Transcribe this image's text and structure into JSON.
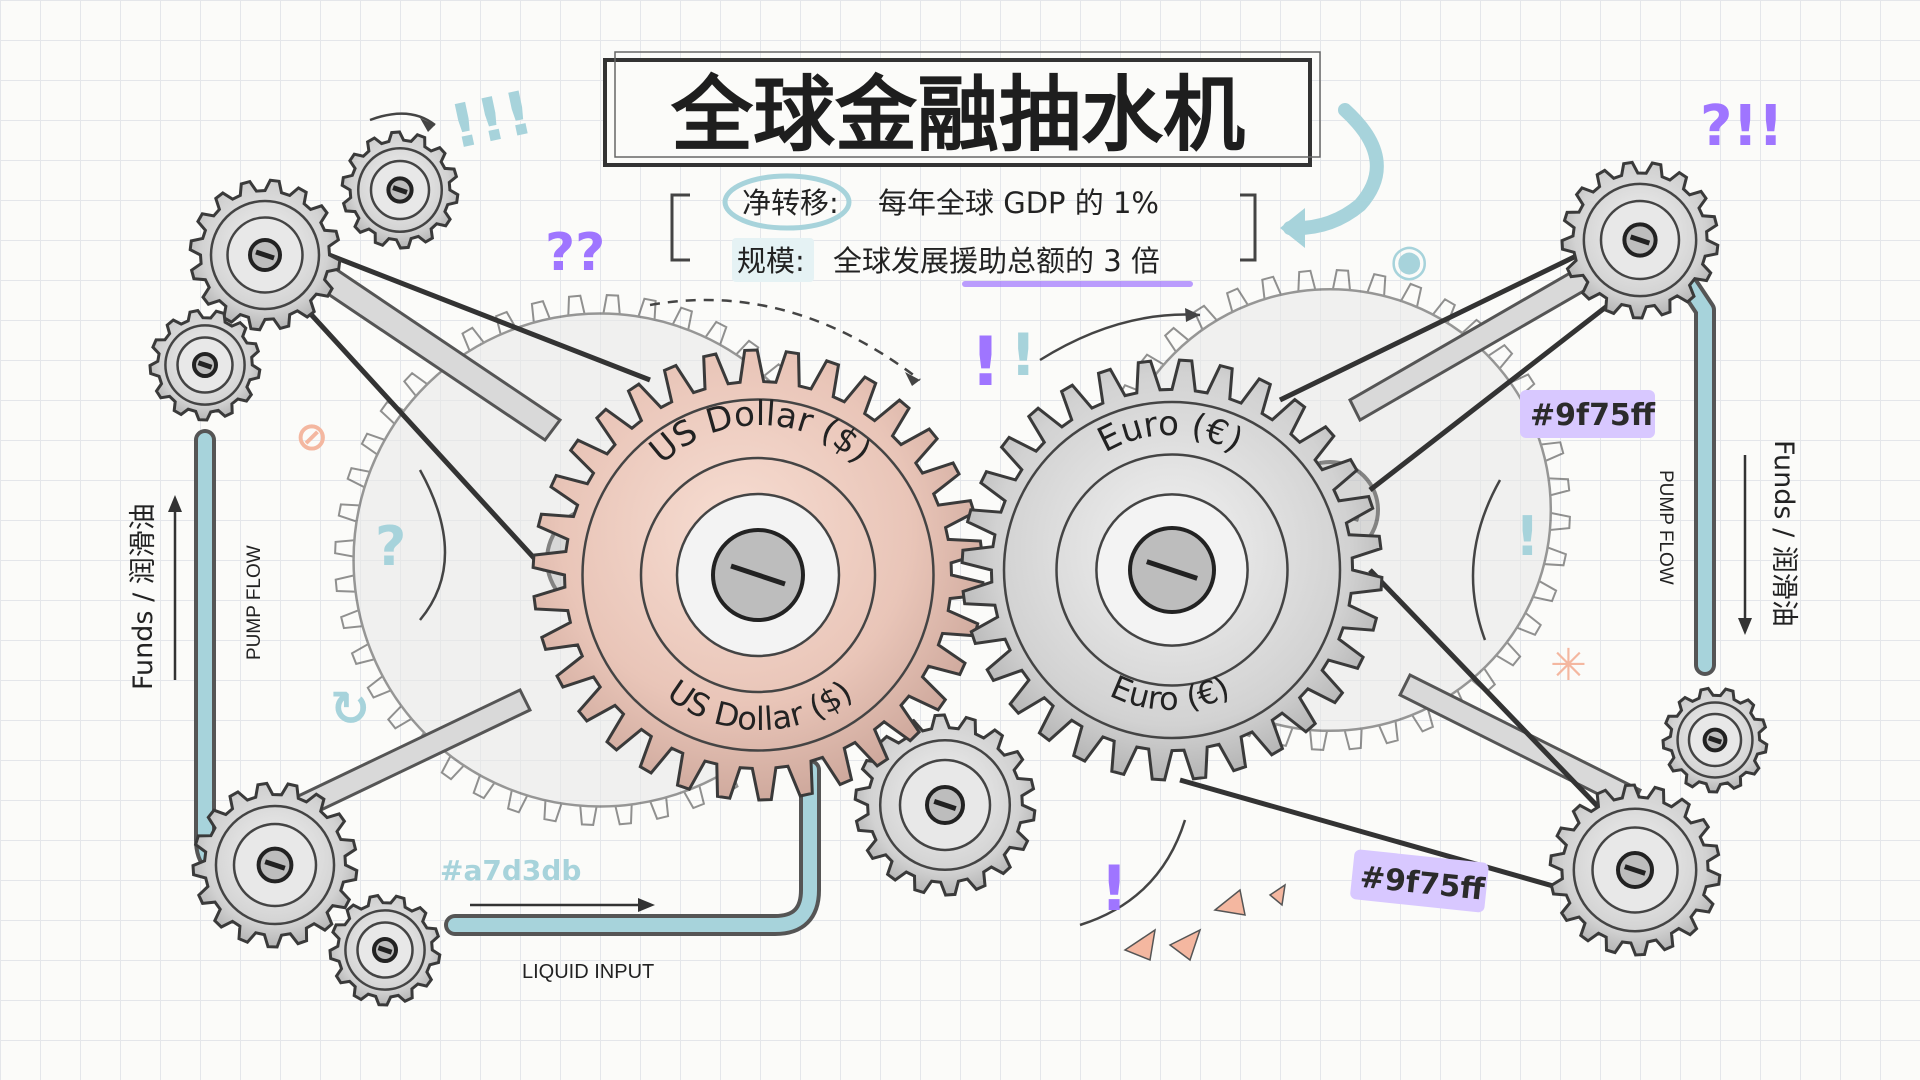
{
  "title": "全球金融抽水机",
  "subtitle": {
    "line1_label": "净转移:",
    "line1_value": "每年全球 GDP 的 1%",
    "line2_label": "规模:",
    "line2_value": "全球发展援助总额的 3 倍"
  },
  "gears": {
    "usd_top": "US Dollar ($)",
    "usd_bottom": "US Dollar ($)",
    "eur_top": "Euro (€)",
    "eur_bottom": "Euro (€)"
  },
  "labels": {
    "left_vertical": "Funds / 润滑油",
    "left_pump": "PUMP FLOW",
    "right_vertical": "Funds / 润滑油",
    "right_pump": "PUMP FLOW",
    "liquid_input": "LIQUID INPUT",
    "hex_blue": "#a7d3db",
    "hex_purple_top": "#9f75ff",
    "hex_purple_bottom": "#9f75ff"
  },
  "colors": {
    "accent_blue": "#a7d3db",
    "accent_purple": "#9f75ff",
    "accent_peach": "#f4b7a0",
    "ink": "#2b2b2b",
    "metal": "#c9c9c9"
  },
  "icons": [
    "gear-icon",
    "exclamation-icon",
    "question-icon",
    "eye-icon",
    "arrow-icon"
  ]
}
